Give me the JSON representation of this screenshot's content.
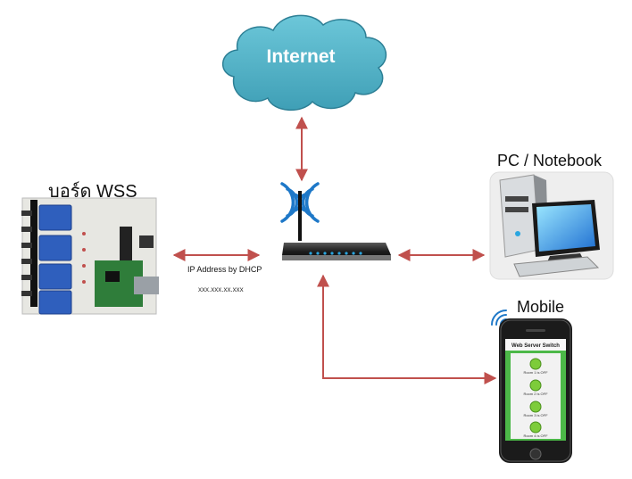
{
  "labels": {
    "internet": "Internet",
    "board": "บอร์ด WSS",
    "pc": "PC / Notebook",
    "mobile": "Mobile",
    "ip_address": "IP Address by DHCP",
    "ip_value": "xxx.xxx.xx.xxx"
  },
  "phone_screen": {
    "title": "Web Server Switch",
    "rooms": [
      "Room 1 is OFF",
      "Room 2 is OFF",
      "Room 3 is OFF",
      "Room 4 is OFF"
    ]
  },
  "colors": {
    "cloud": "#4fb3c8",
    "cloud_outline": "#2d7f95",
    "arrow": "#c0504d",
    "router_body": "#222222",
    "router_leds": "#2aa6e0",
    "wifi": "#1e78c8",
    "phone_button": "#7dcc3a",
    "board_pcb": "#2f7d3a",
    "relay": "#2f5fbd"
  },
  "icons": [
    "cloud-icon",
    "router-icon",
    "wifi-icon",
    "relay-board-icon",
    "desktop-pc-icon",
    "smartphone-icon"
  ]
}
